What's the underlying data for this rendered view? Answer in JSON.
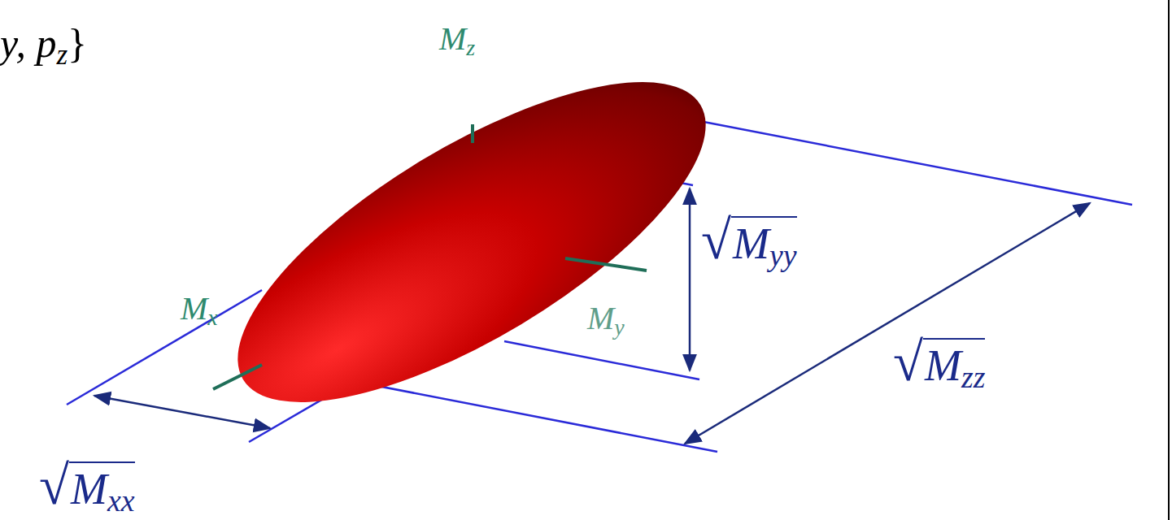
{
  "diagram": {
    "labels": [
      "y, pz}",
      "Mz",
      "Mx",
      "My",
      "√Myy",
      "√Mzz",
      "√Mxx"
    ]
  }
}
